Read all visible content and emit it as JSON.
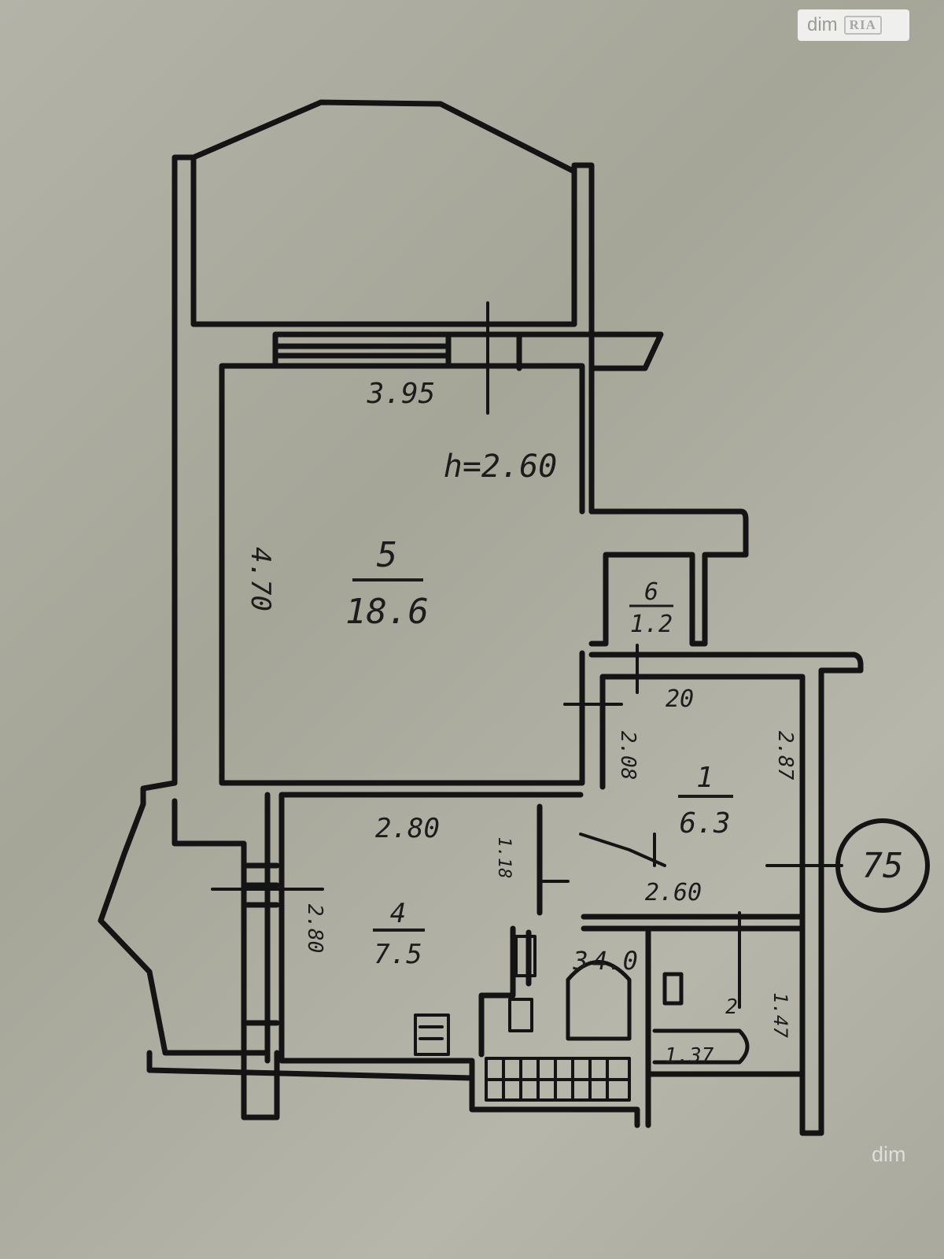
{
  "watermark": {
    "brand": "dim",
    "sub": "RIA"
  },
  "rooms": [
    {
      "id": "living",
      "number": "5",
      "area": "18.6"
    },
    {
      "id": "storage",
      "number": "6",
      "area": "1.2"
    },
    {
      "id": "hall",
      "number": "1",
      "area": "6.3"
    },
    {
      "id": "kitchen",
      "number": "4",
      "area": "7.5"
    },
    {
      "id": "bath",
      "number": "3",
      "area": "4.0"
    },
    {
      "id": "wc",
      "number": "2",
      "area": ""
    }
  ],
  "dimensions": {
    "living_width": "3.95",
    "ceiling_height": "h=2.60",
    "living_length": "4.70",
    "hall_top": "20",
    "hall_left": "2.08",
    "hall_right": "2.87",
    "kitchen_width": "2.80",
    "kitchen_length": "2.80",
    "kitchen_small": "1.18",
    "corridor": "2.60",
    "bath_height": "1.47",
    "bath_width": "1.37"
  },
  "marker": {
    "label": "75"
  }
}
